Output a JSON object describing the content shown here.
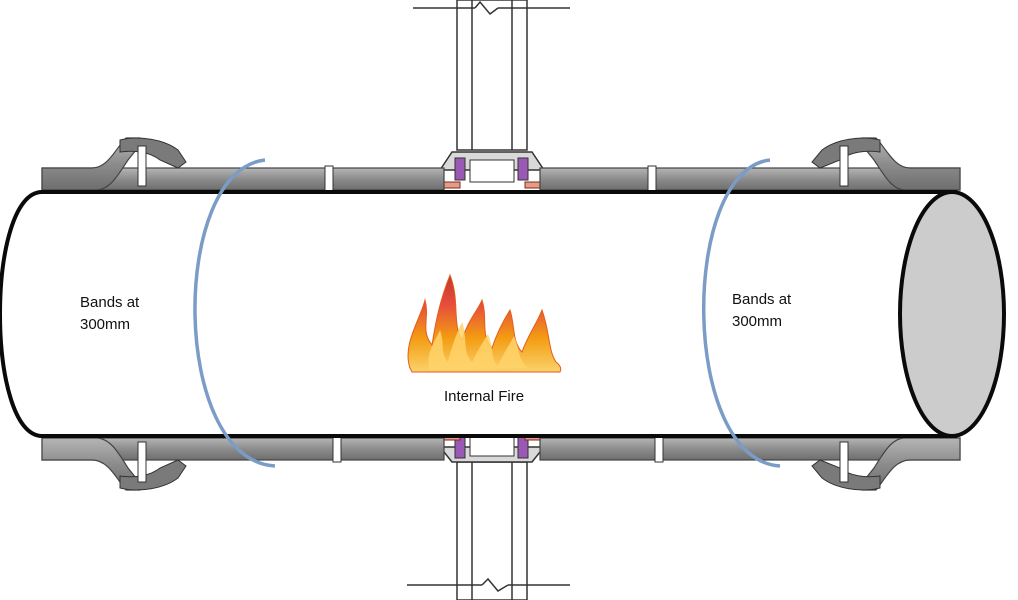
{
  "labels": {
    "left_band_line1": "Bands at",
    "left_band_line2": "300mm",
    "right_band_line1": "Bands at",
    "right_band_line2": "300mm",
    "center_label": "Internal Fire"
  },
  "colors": {
    "pipe_outline": "#0a0a0a",
    "pipe_end_fill": "#cccccc",
    "sleeve_gray": "#8c8c8c",
    "sleeve_dark": "#5a5a5a",
    "band_blue": "#7a9cc6",
    "collar_purple": "#9b59b6",
    "gasket_red": "#c0392b",
    "flame_outer": "#f39c12",
    "flame_mid": "#e74c3c",
    "flame_core": "#ffd36b"
  },
  "icons": {
    "fire": "flame-icon"
  }
}
